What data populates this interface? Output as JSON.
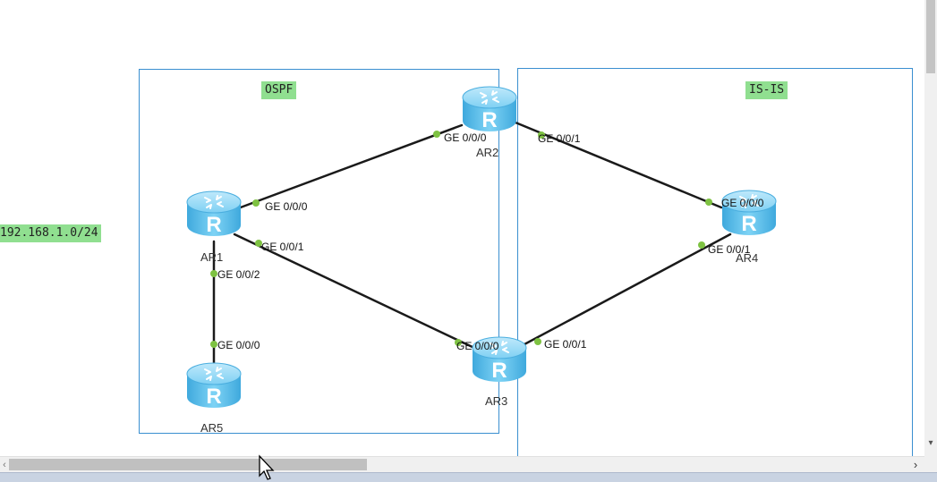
{
  "topology": {
    "areas": {
      "ospf": "OSPF",
      "isis": "IS-IS"
    },
    "network_label": "192.168.1.0/24",
    "routers": {
      "ar1": "AR1",
      "ar2": "AR2",
      "ar3": "AR3",
      "ar4": "AR4",
      "ar5": "AR5"
    },
    "ports": {
      "ar1_ge000": "GE 0/0/0",
      "ar1_ge001": "GE 0/0/1",
      "ar1_ge002": "GE 0/0/2",
      "ar2_ge000": "GE 0/0/0",
      "ar2_ge001": "GE 0/0/1",
      "ar3_ge000": "GE 0/0/0",
      "ar3_ge001": "GE 0/0/1",
      "ar4_ge000": "GE 0/0/0",
      "ar4_ge001": "GE 0/0/1",
      "ar5_ge000": "GE 0/0/0"
    },
    "colors": {
      "area_border": "#3a8fd0",
      "label_bg": "#90df90",
      "router_body": "#5bc0ee",
      "link": "#1a1a1a",
      "port_dot": "#7ec242"
    },
    "icons": {
      "router": "router-icon",
      "cursor": "pointer-cursor-icon"
    }
  },
  "scrollbars": {
    "right_arrow": "›",
    "left_arrow": "‹",
    "down_arrow": "▾"
  }
}
